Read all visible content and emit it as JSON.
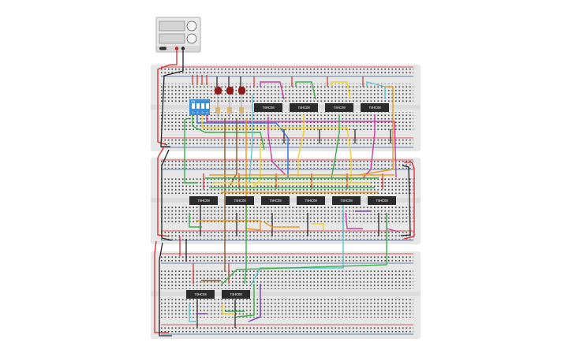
{
  "power_supply": {
    "terminal_labels": [
      "",
      ""
    ]
  },
  "colors": {
    "board": "#e7e7e7",
    "rail_red": "#d9262b",
    "rail_blue": "#3c5d9b",
    "chip": "#2b2b2b",
    "led": "#8e1a1a",
    "dip_switch": "#3f8fd6",
    "wire_green": "#3cb04a",
    "wire_red": "#d72b2b",
    "wire_orange": "#f09a1c",
    "wire_yellow": "#f2d22e",
    "wire_cyan": "#5fc6d6",
    "wire_purple": "#7b3fb8",
    "wire_magenta": "#c93fa8",
    "wire_blue": "#2d6fd6",
    "wire_brown": "#8a5a2b",
    "wire_black": "#222222"
  },
  "dip_switch": {
    "label": "ON",
    "numbers": [
      "1",
      "2",
      "3",
      "4"
    ]
  },
  "chips": {
    "board1": [
      "74HC08",
      "74HC08",
      "74HC08",
      "74HC08"
    ],
    "board2": [
      "74HC08",
      "74HC08",
      "74HC08",
      "74HC08",
      "74HC08",
      "74HC08"
    ],
    "board3": [
      "74HC08",
      "74HC08"
    ]
  }
}
